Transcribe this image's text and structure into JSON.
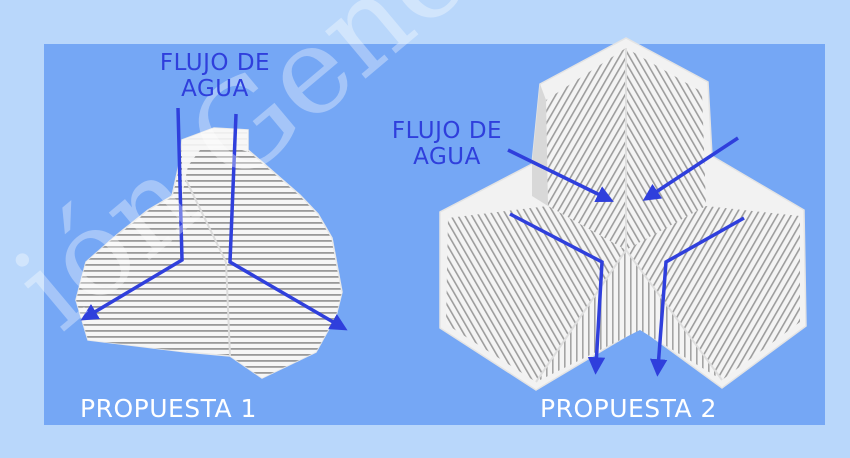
{
  "labels": {
    "flow_1_line1": "FLUJO DE",
    "flow_1_line2": "AGUA",
    "flow_2_line1": "FLUJO DE",
    "flow_2_line2": "AGUA"
  },
  "captions": {
    "proposal_1": "PROPUESTA 1",
    "proposal_2": "PROPUESTA 2"
  },
  "watermark": "ión General d",
  "colors": {
    "background": "#b9d7fb",
    "panel": "#75a7f5",
    "arrow": "#2f3fdc",
    "object": "#f2f2f2"
  }
}
